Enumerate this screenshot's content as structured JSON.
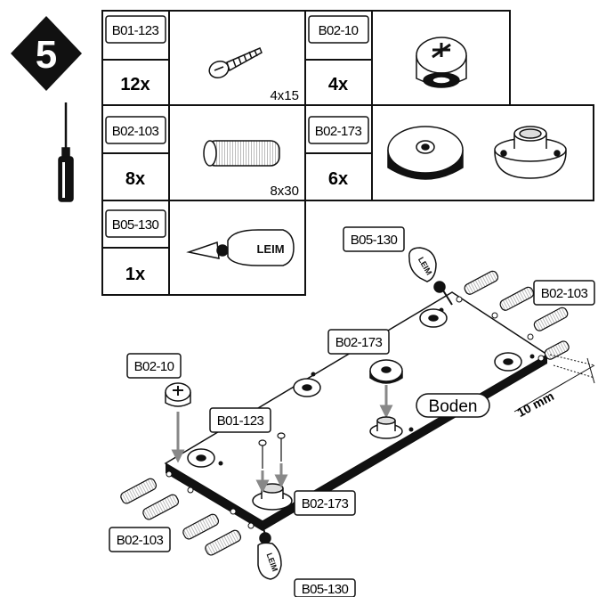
{
  "step": {
    "number": "5"
  },
  "parts": [
    {
      "code": "B01-123",
      "qty": "12x",
      "dim": "4x15",
      "icon": "screw-icon"
    },
    {
      "code": "B02-10",
      "qty": "4x",
      "dim": "",
      "icon": "cam-lock-icon"
    },
    {
      "code": "B02-103",
      "qty": "8x",
      "dim": "8x30",
      "icon": "dowel-icon"
    },
    {
      "code": "B02-173",
      "qty": "6x",
      "dim": "",
      "icon": "glide-foot-icon"
    },
    {
      "code": "B05-130",
      "qty": "1x",
      "dim": "",
      "icon": "glue-bottle-icon"
    }
  ],
  "glue_text": "LEIM",
  "callouts": {
    "glue_top": "B05-130",
    "dowels_right": "B02-103",
    "glide_middle": "B02-173",
    "cam_left": "B02-10",
    "screws": "B01-123",
    "glide_bottom": "B02-173",
    "dowels_left": "B02-103",
    "glue_bottom": "B05-130"
  },
  "board_label": "Boden",
  "measurement": "10 mm"
}
